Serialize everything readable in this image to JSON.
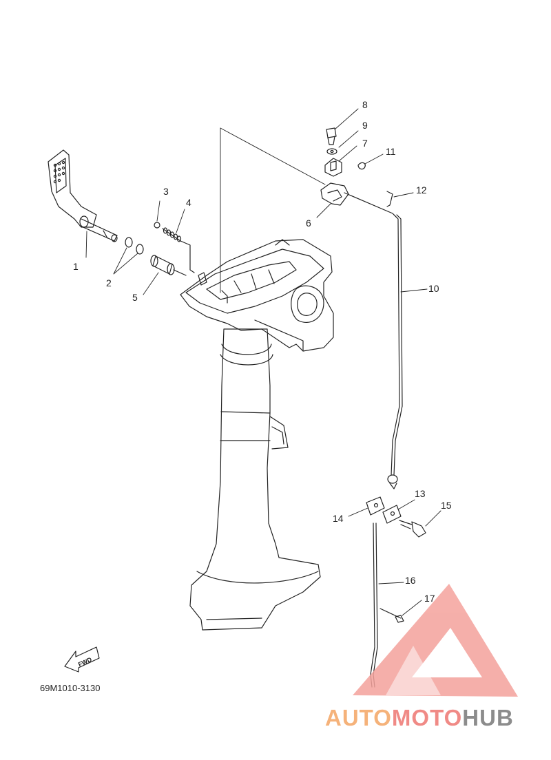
{
  "diagram": {
    "callouts": [
      {
        "id": "1",
        "label": "1"
      },
      {
        "id": "2",
        "label": "2"
      },
      {
        "id": "3",
        "label": "3"
      },
      {
        "id": "4",
        "label": "4"
      },
      {
        "id": "5",
        "label": "5"
      },
      {
        "id": "6",
        "label": "6"
      },
      {
        "id": "7",
        "label": "7"
      },
      {
        "id": "8",
        "label": "8"
      },
      {
        "id": "9",
        "label": "9"
      },
      {
        "id": "10",
        "label": "10"
      },
      {
        "id": "11",
        "label": "11"
      },
      {
        "id": "12",
        "label": "12"
      },
      {
        "id": "13",
        "label": "13"
      },
      {
        "id": "14",
        "label": "14"
      },
      {
        "id": "15",
        "label": "15"
      },
      {
        "id": "16",
        "label": "16"
      },
      {
        "id": "17",
        "label": "17"
      }
    ],
    "fwd_label": "FWD",
    "diagram_code": "69M1010-3130"
  },
  "watermark": {
    "part_a": "AUTO",
    "part_b": "MOTO",
    "part_c": "HUB",
    "colors": {
      "auto": "#f5b27a",
      "moto": "#f08a86",
      "hub": "#8c8c8c",
      "triangle": "#f4a29c"
    }
  }
}
